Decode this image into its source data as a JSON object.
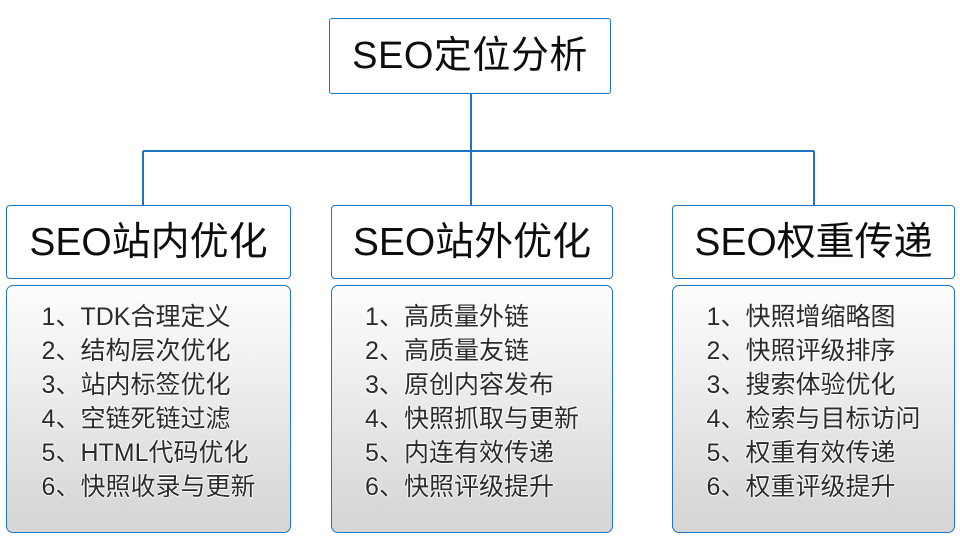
{
  "theme": {
    "line_color": "#1f74c4",
    "border_color": "#1f74c4",
    "text_color": "#0d0d0d",
    "list_text_color": "#2b2b2b",
    "panel_top_color": "#fdfdfd",
    "panel_bottom_color": "#d6d6d6",
    "background": "#ffffff"
  },
  "root": {
    "title": "SEO定位分析"
  },
  "branches": [
    {
      "title": "SEO站内优化",
      "items": [
        "1、TDK合理定义",
        "2、结构层次优化",
        "3、站内标签优化",
        "4、空链死链过滤",
        "5、HTML代码优化",
        "6、快照收录与更新"
      ]
    },
    {
      "title": "SEO站外优化",
      "items": [
        "1、高质量外链",
        "2、高质量友链",
        "3、原创内容发布",
        "4、快照抓取与更新",
        "5、内连有效传递",
        "6、快照评级提升"
      ]
    },
    {
      "title": "SEO权重传递",
      "items": [
        "1、快照增缩略图",
        "2、快照评级排序",
        "3、搜索体验优化",
        "4、检索与目标访问",
        "5、权重有效传递",
        "6、权重评级提升"
      ]
    }
  ]
}
